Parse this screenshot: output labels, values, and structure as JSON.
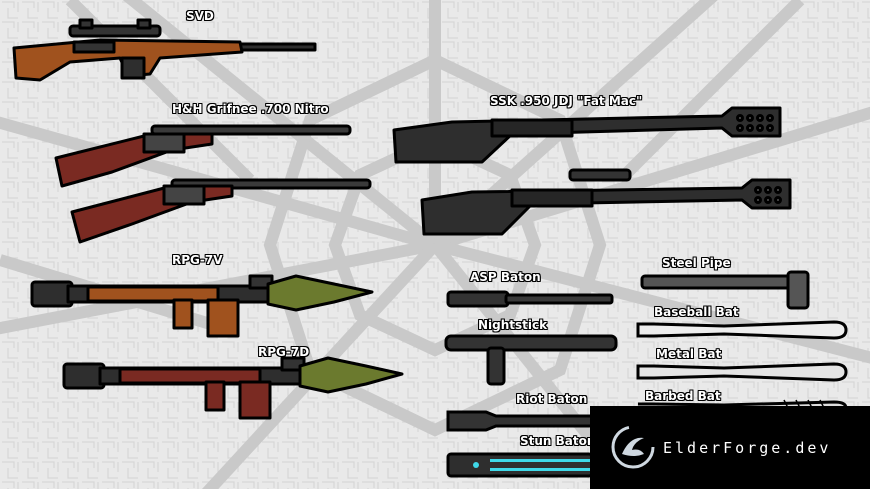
{
  "weapons": {
    "svd": "SVD",
    "grifnee": "H&H Grifnee .700 Nitro",
    "fatmac": "SSK .950 JDJ \"Fat Mac\"",
    "rpg7v": "RPG-7V",
    "rpg7d": "RPG-7D",
    "asp": "ASP Baton",
    "steelpipe": "Steel Pipe",
    "baseball": "Baseball Bat",
    "nightstick": "Nightstick",
    "metalbat": "Metal Bat",
    "barbed": "Barbed Bat",
    "riot": "Riot Baton",
    "stun": "Stun Baton"
  },
  "watermark": {
    "text": "ElderForge.dev"
  },
  "colors": {
    "background": "#e9e9e9",
    "pattern": "#c8c8c8",
    "wood": "#a0521e",
    "wood_red": "#7a2a22",
    "olive": "#6b7a2e",
    "metal_dark": "#2e2e2e",
    "bat_white": "#eeeeee",
    "stun_glow": "#3fd8e8"
  }
}
